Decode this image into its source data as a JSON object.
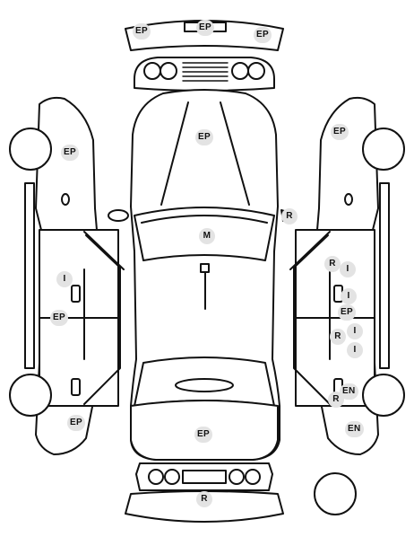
{
  "colors": {
    "outline": "#111111",
    "badge_fill": "#e3e3e3",
    "background": "#ffffff"
  },
  "icons": [
    "car-outline-icon",
    "wheel-icon",
    "door-handle-icon",
    "spare-wheel-icon",
    "mirror-icon"
  ],
  "markers": {
    "front_bumper_left": "EP",
    "front_bumper_center": "EP",
    "front_bumper_right": "EP",
    "hood": "EP",
    "left_front_fender": "EP",
    "right_front_fender": "EP",
    "right_mirror": "R",
    "roof": "M",
    "right_front_door_r": "R",
    "right_front_door_i": "I",
    "left_front_door_i": "I",
    "right_front_door_i2": "I",
    "left_door_sill": "EP",
    "right_door_sill": "EP",
    "right_rear_door_r": "R",
    "right_rear_door_i": "I",
    "right_rear_door_i2": "I",
    "right_rear_r": "R",
    "right_rear_en": "EN",
    "left_rear_fender": "EP",
    "trunk": "EP",
    "right_rear_wheel_en": "EN",
    "rear_bumper": "R"
  }
}
